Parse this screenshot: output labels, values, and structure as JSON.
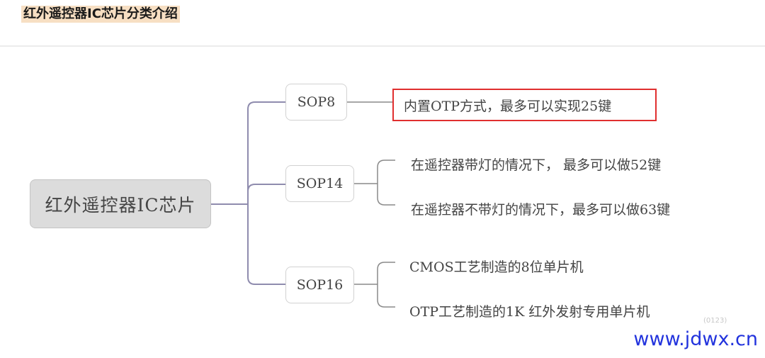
{
  "header": {
    "title": "红外遥控器IC芯片分类介绍"
  },
  "mindmap": {
    "root": "红外遥控器IC芯片",
    "branches": [
      {
        "label": "SOP8",
        "leaves": [
          "内置OTP方式，最多可以实现25键"
        ]
      },
      {
        "label": "SOP14",
        "leaves": [
          "在遥控器带灯的情况下，  最多可以做52键",
          "在遥控器不带灯的情况下，最多可以做63键"
        ]
      },
      {
        "label": "SOP16",
        "leaves": [
          "CMOS工艺制造的8位单片机",
          "OTP工艺制造的1K 红外发射专用单片机"
        ]
      }
    ],
    "highlighted_leaf": "内置OTP方式，最多可以实现25键"
  },
  "colors": {
    "connector": "#8f8cae",
    "highlight": "#e02f2f",
    "url": "#2233dd",
    "title_bg": "#f7dfc3"
  },
  "watermark": {
    "stamp": "(0123)",
    "url": "www.jdwx.cn"
  }
}
